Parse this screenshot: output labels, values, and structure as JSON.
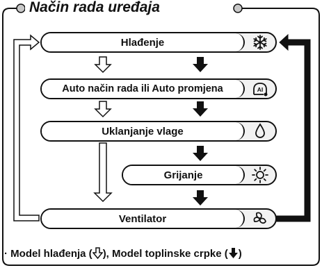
{
  "title": "Način rada uređaja",
  "modes": [
    {
      "label": "Hlađenje",
      "icon": "snowflake-icon"
    },
    {
      "label": "Auto način rada ili Auto promjena",
      "icon": "auto-ai-icon"
    },
    {
      "label": "Uklanjanje vlage",
      "icon": "water-drop-icon"
    },
    {
      "label": "Grijanje",
      "icon": "sun-icon"
    },
    {
      "label": "Ventilator",
      "icon": "fan-icon"
    }
  ],
  "legend": {
    "bullet": "·",
    "cooling_model": "Model hlađenja (",
    "separator": "), ",
    "heat_pump_model": "Model toplinske crpke (",
    "close": ")"
  }
}
